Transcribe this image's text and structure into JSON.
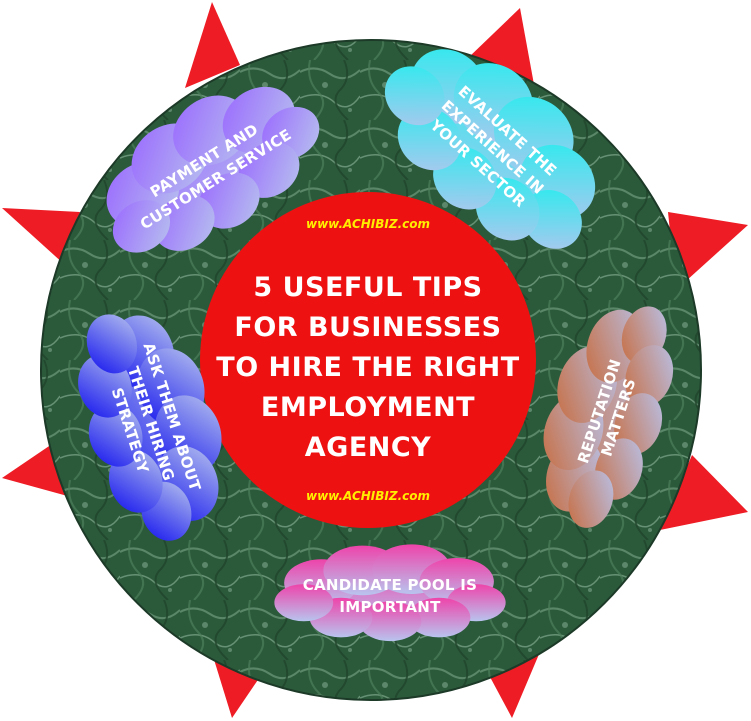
{
  "title": {
    "lines": [
      "5 USEFUL TIPS",
      "FOR BUSINESSES",
      "TO HIRE THE RIGHT",
      "EMPLOYMENT",
      "AGENCY"
    ]
  },
  "brand": {
    "top": "www.ACHIBIZ.com",
    "bottom": "www.ACHIBIZ.com"
  },
  "tips": [
    {
      "lines": [
        "EVALUATE THE",
        "EXPERIENCE IN",
        "YOUR SECTOR"
      ]
    },
    {
      "lines": [
        "REPUTATION",
        "MATTERS"
      ]
    },
    {
      "lines": [
        "CANDIDATE POOL IS",
        "IMPORTANT"
      ]
    },
    {
      "lines": [
        "ASK THEM ABOUT",
        "THEIR HIRING",
        "STRATEGY"
      ]
    },
    {
      "lines": [
        "PAYMENT AND",
        "CUSTOMER SERVICE"
      ]
    }
  ],
  "colors": {
    "star": "#ee1c24",
    "ring": "#2e5a3c",
    "center": "#ee1111",
    "brand_text": "#ffee00",
    "cloud_top": [
      "#22eeee",
      "#c86a3a",
      "#ee44aa",
      "#1111ee",
      "#9966ff"
    ],
    "cloud_bottom": "#b8c4ee"
  }
}
